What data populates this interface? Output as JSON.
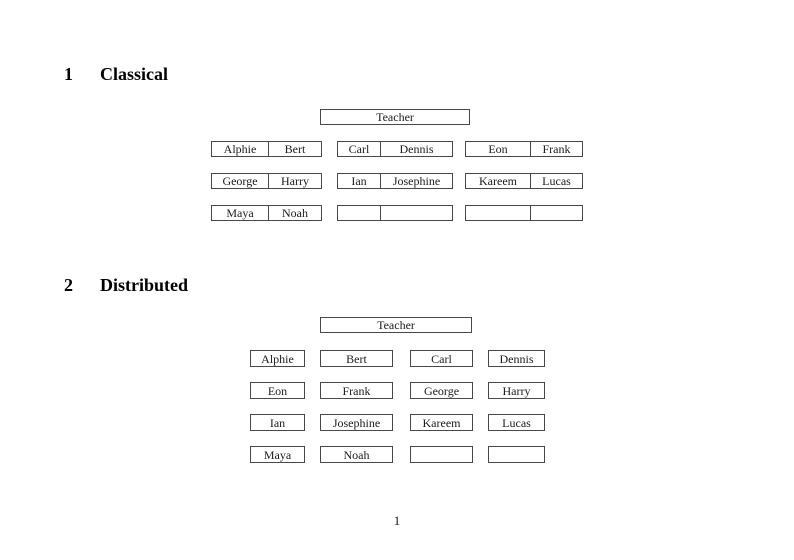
{
  "colors": {
    "background": "#ffffff",
    "border": "#484848",
    "text": "#1b1b1b"
  },
  "page": {
    "number": "1"
  },
  "classical": {
    "section_number": "1",
    "section_title": "Classical",
    "teacher_label": "Teacher",
    "desks": [
      {
        "left": "Alphie",
        "right": "Bert"
      },
      {
        "left": "Carl",
        "right": "Dennis"
      },
      {
        "left": "Eon",
        "right": "Frank"
      },
      {
        "left": "George",
        "right": "Harry"
      },
      {
        "left": "Ian",
        "right": "Josephine"
      },
      {
        "left": "Kareem",
        "right": "Lucas"
      },
      {
        "left": "Maya",
        "right": "Noah"
      },
      {
        "left": "",
        "right": ""
      },
      {
        "left": "",
        "right": ""
      }
    ]
  },
  "distributed": {
    "section_number": "2",
    "section_title": "Distributed",
    "teacher_label": "Teacher",
    "seats": [
      "Alphie",
      "Bert",
      "Carl",
      "Dennis",
      "Eon",
      "Frank",
      "George",
      "Harry",
      "Ian",
      "Josephine",
      "Kareem",
      "Lucas",
      "Maya",
      "Noah",
      "",
      ""
    ]
  }
}
